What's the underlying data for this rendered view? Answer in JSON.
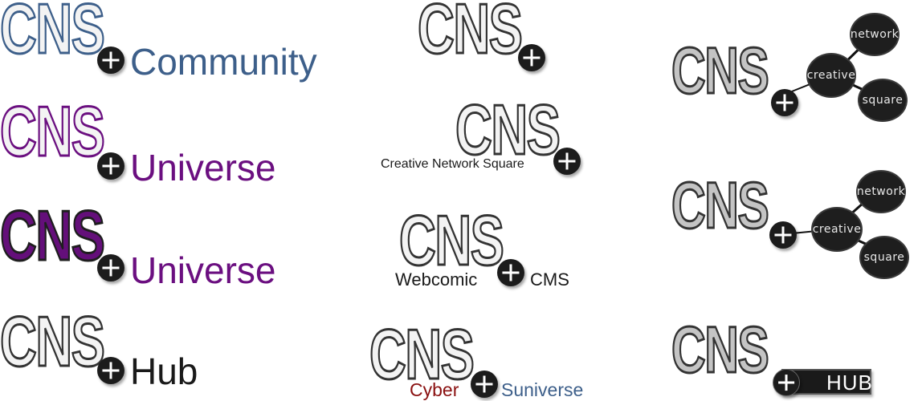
{
  "logos": {
    "community": {
      "mark": "CNS",
      "word": "Community",
      "word_color": "#3d5f8a",
      "stroke_color": "#3d5f8a"
    },
    "universe_outline": {
      "mark": "CNS",
      "word": "Universe",
      "word_color": "#6b0f80",
      "stroke_color": "#6b0f80"
    },
    "universe_filled": {
      "mark": "CNS",
      "word": "Universe",
      "word_color": "#6b0f80",
      "fill_color": "#640f7a"
    },
    "hub_plain": {
      "mark": "CNS",
      "word": "Hub",
      "word_color": "#1a1a1a"
    },
    "plain": {
      "mark": "CNS"
    },
    "creative_network_square": {
      "mark": "CNS",
      "caption": "Creative Network Square"
    },
    "webcomic_cms": {
      "mark": "CNS",
      "left": "Webcomic",
      "right": "CMS"
    },
    "cyber_suniverse": {
      "mark": "CNS",
      "left": "Cyber",
      "right": "Suniverse",
      "left_color": "#8a1010",
      "right_color": "#3d5f8a"
    },
    "network_1": {
      "mark": "CNS",
      "nodes": [
        "network",
        "creative",
        "square"
      ]
    },
    "network_2": {
      "mark": "CNS",
      "nodes": [
        "network",
        "creative",
        "square"
      ]
    },
    "hub_badge": {
      "mark": "CNS",
      "badge": "HUB"
    }
  },
  "colors": {
    "plus_fill": "#1c1c1c",
    "mark_fill_light": "#f3f3f3",
    "mark_fill_gray": "#c4c4c4",
    "mark_stroke": "#333333"
  },
  "icons": [
    "plus-circle-icon"
  ]
}
